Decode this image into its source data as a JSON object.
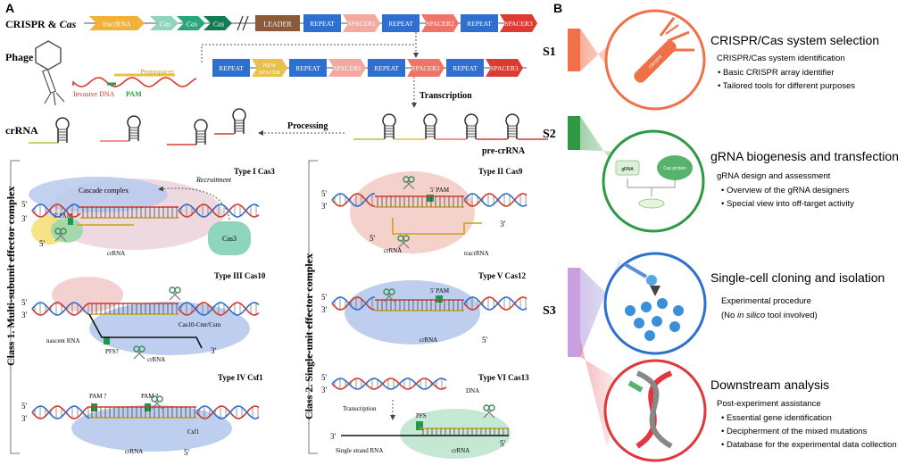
{
  "panel_a": {
    "label": "A",
    "row_crispr": {
      "label_prefix": "CRISPR & ",
      "label_cas": "Cas",
      "tracr": "tracrRNA",
      "cas": [
        "Cas",
        "Cas",
        "Cas"
      ],
      "leader": "LEADER",
      "array": [
        "REPEAT",
        "SPACER1",
        "REPEAT",
        "SPACER2",
        "REPEAT",
        "SPACER3"
      ]
    },
    "row_phage": {
      "label": "Phage",
      "protospacer": "Protospacer",
      "invasive": "Invasive DNA",
      "pam": "PAM",
      "array": [
        "REPEAT",
        "NEW SPACER",
        "REPEAT",
        "SPACER1",
        "REPEAT",
        "SPACER2",
        "REPEAT",
        "SPACER3"
      ],
      "transcription": "Transcription"
    },
    "row_crrna": {
      "label": "crRNA",
      "processing": "Processing",
      "pre_crrna": "pre-crRNA"
    },
    "class1": {
      "label": "Class 1. Multi-subunit effector complex",
      "type1": {
        "title": "Type I Cas3",
        "cascade": "Cascade complex",
        "recruitment": "Recruitment",
        "pam": "5' PAM",
        "crrna": "crRNA",
        "cas3": "Cas3"
      },
      "type3": {
        "title": "Type III Cas10",
        "complex": "Cas10-Cmr/Csm",
        "nascent": "nascent RNA",
        "pfs": "PFS?",
        "crrna": "crRNA"
      },
      "type4": {
        "title": "Type IV Csf1",
        "pam1": "PAM ?",
        "pam2": "PAM ?",
        "csf1": "Csf1",
        "crrna": "crRNA"
      }
    },
    "class2": {
      "label": "Class 2. Single-unit effector complex",
      "type2": {
        "title": "Type II Cas9",
        "pam": "5' PAM",
        "crrna": "crRNA",
        "tracrrna": "tracrRNA"
      },
      "type5": {
        "title": "Type V Cas12",
        "pam": "5' PAM",
        "crrna": "crRNA"
      },
      "type6": {
        "title": "Type VI Cas13",
        "dna": "DNA",
        "transcription": "Transcription",
        "pfs": "PFS",
        "ssrna": "Single strand RNA",
        "crrna": "crRNA"
      }
    },
    "ends": {
      "five": "5'",
      "three": "3'"
    }
  },
  "panel_b": {
    "label": "B",
    "stages": [
      {
        "tag": "S1",
        "color": "#f07048",
        "title": "CRISPR/Cas system selection",
        "subtitle": "CRISPR/Cas system identification",
        "bullets": [
          "Basic CRISPR array identifier",
          "Tailored tools for different purposes"
        ],
        "icon_text": "CRISPR"
      },
      {
        "tag": "S2",
        "color": "#2e9a44",
        "title": "gRNA biogenesis and transfection",
        "subtitle": "gRNA design and assessment",
        "bullets": [
          "Overview of the gRNA designers",
          "Special view into off-target activity"
        ],
        "icon_text_1": "gRNA",
        "icon_text_2": "Cas protein"
      },
      {
        "tag": "S3",
        "color": "#2f6fd0",
        "title": "Single-cell cloning and isolation",
        "subtitle": "Experimental procedure",
        "note_pre": "(No ",
        "note_em": "in silico",
        "note_post": " tool involved)",
        "bullets": []
      },
      {
        "tag": "",
        "color": "#e0363e",
        "title": "Downstream analysis",
        "subtitle": "Post-experiment assistance",
        "bullets": [
          "Essential gene identification",
          "Decipherment of the mixed mutations",
          "Database for the experimental data collection"
        ]
      }
    ]
  }
}
